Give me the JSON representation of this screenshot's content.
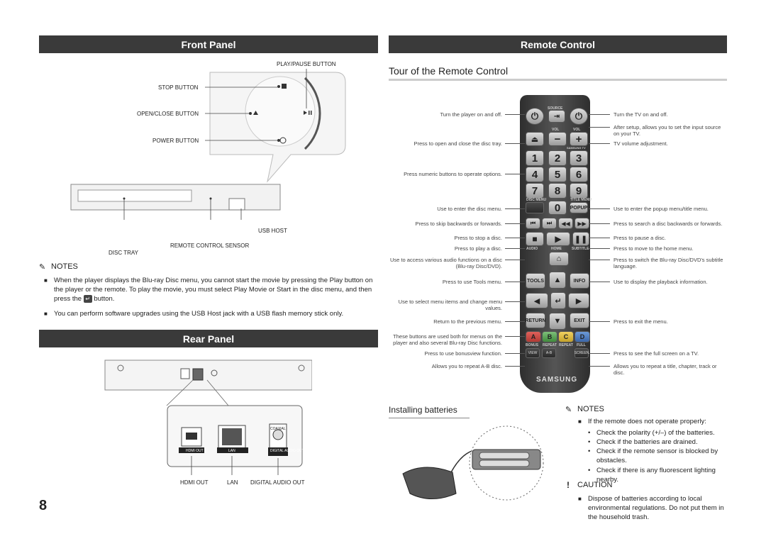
{
  "left": {
    "front_panel_title": "Front Panel",
    "labels": {
      "play_pause": "PLAY/PAUSE BUTTON",
      "stop": "STOP BUTTON",
      "open_close": "OPEN/CLOSE BUTTON",
      "power": "POWER BUTTON",
      "usb_host": "USB HOST",
      "remote_sensor": "REMOTE CONTROL SENSOR",
      "disc_tray": "DISC TRAY"
    },
    "notes_title": "NOTES",
    "notes": [
      "When the player displays the Blu-ray Disc menu, you cannot start the movie by pressing the Play button on the player or the remote. To play the movie, you must select Play Movie or Start in the disc menu, and then press the",
      "button.",
      "You can perform software upgrades using the USB Host jack with a USB flash memory stick only."
    ],
    "rear_panel_title": "Rear Panel",
    "rear_labels": {
      "hdmi_out": "HDMI OUT",
      "lan": "LAN",
      "digital_audio_out": "DIGITAL AUDIO OUT",
      "coaxial": "COAXIAL",
      "hdmi_small": "HDMI OUT",
      "lan_small": "LAN",
      "digital_small": "DIGITAL AUDIO OUT"
    },
    "page_number": "8"
  },
  "right": {
    "remote_title": "Remote Control",
    "tour_title": "Tour of the Remote Control",
    "left_desc": [
      "Turn the player on and off.",
      "Press to open and close the disc tray.",
      "Press numeric buttons to operate options.",
      "Use to enter the disc menu.",
      "Press to skip backwards or forwards.",
      "Press to stop a disc.",
      "Press to play a disc.",
      "Use to access various audio functions on a disc (Blu-ray Disc/DVD).",
      "Press to use Tools menu.",
      "Use to select menu items and change menu values.",
      "Return to the previous menu.",
      "These buttons are used both for menus on the player and also several Blu-ray Disc functions.",
      "Press to use bonusview function.",
      "Allows you to repeat A-B disc."
    ],
    "right_desc": [
      "Turn the TV on and off.",
      "After setup, allows you to set the input source on your TV.",
      "TV volume adjustment.",
      "Use to enter the popup menu/title menu.",
      "Press to search a disc backwards or forwards.",
      "Press to pause a disc.",
      "Press to move to the home menu.",
      "Press to switch the Blu-ray Disc/DVD's subtitle language.",
      "Use to display the playback information.",
      "Press to exit the menu.",
      "Press to see the full screen on a TV.",
      "Allows you to repeat a title, chapter, track or disc."
    ],
    "remote_keys": {
      "source": "SOURCE",
      "vol": "VOL",
      "numbers": [
        "1",
        "2",
        "3",
        "4",
        "5",
        "6",
        "7",
        "8",
        "9",
        "0"
      ],
      "disc_menu": "DISC MENU",
      "title_menu": "TITLE MENU",
      "popup": "POPUP",
      "audio": "AUDIO",
      "home": "HOME",
      "subtitle": "SUBTITLE",
      "tools": "TOOLS",
      "info": "INFO",
      "return": "RETURN",
      "exit": "EXIT",
      "a": "A",
      "b": "B",
      "c": "C",
      "d": "D",
      "bonus": "BONUS",
      "repeat": "REPEAT",
      "full": "FULL",
      "view": "VIEW",
      "ab": "A-B",
      "screen": "SCREEN",
      "brand": "SAMSUNG",
      "samsung_tv": "SAMSUNG TV"
    },
    "installing_title": "Installing batteries",
    "notes_title": "NOTES",
    "notes_intro": "If the remote does not operate properly:",
    "notes_items": [
      "Check the polarity (+/–) of the batteries.",
      "Check if the batteries are drained.",
      "Check if the remote sensor is blocked by obstacles.",
      "Check if there is any fluorescent lighting nearby."
    ],
    "caution_title": "CAUTION",
    "caution_text": "Dispose of batteries according to local environmental regulations. Do not put them in the household trash."
  }
}
